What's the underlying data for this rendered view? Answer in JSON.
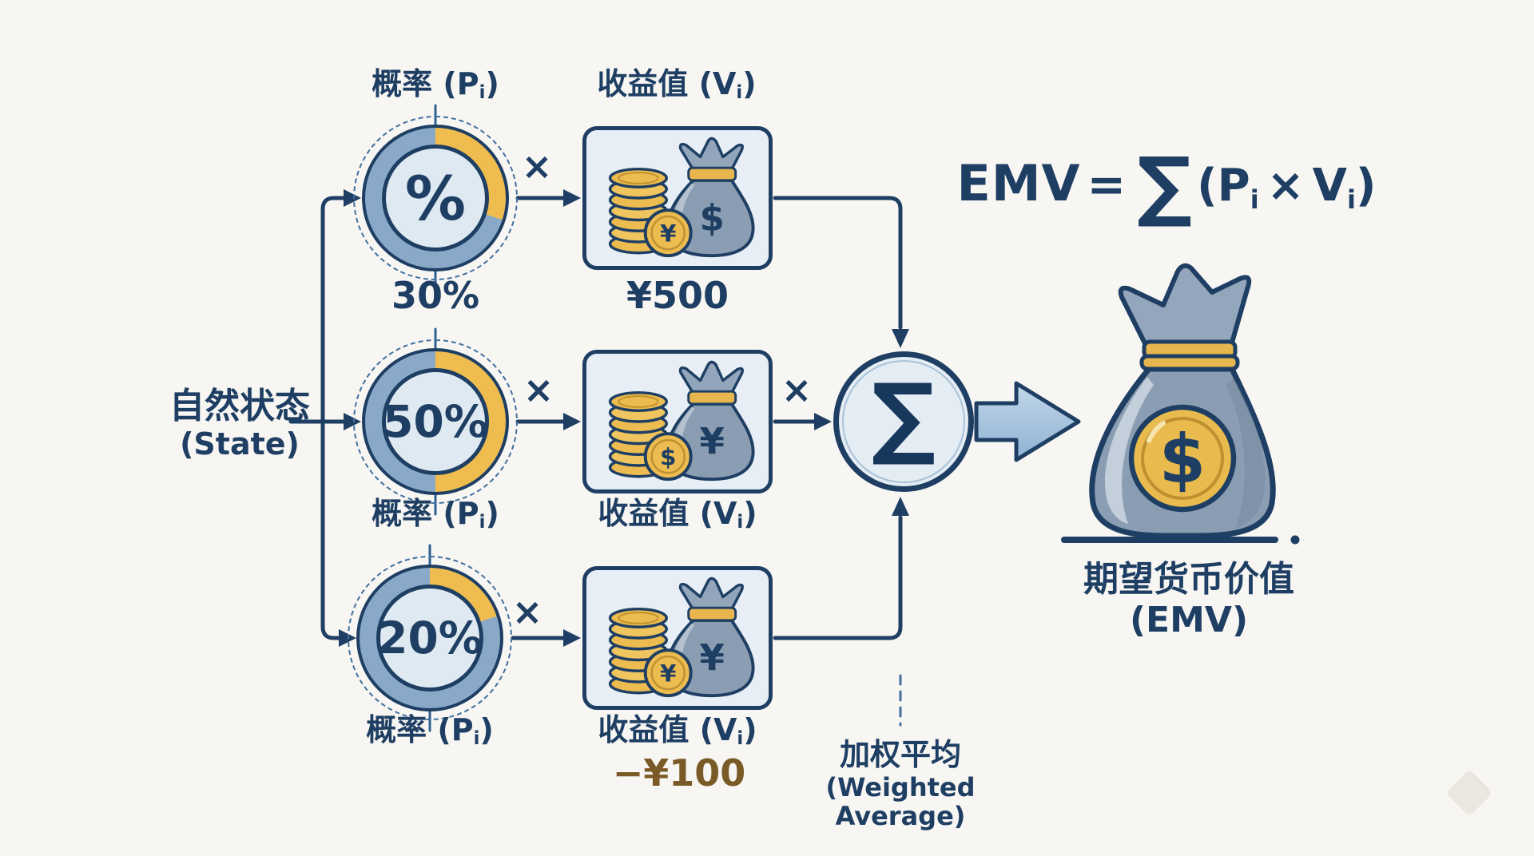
{
  "colors": {
    "navy": "#1e3f63",
    "ring_blue": "#8aa9c9",
    "ring_yellow": "#eebc4f",
    "circle_fill": "#dfe9f1",
    "box_fill": "#e7eef5",
    "coin_gold": "#ecba4e",
    "bag_gray": "#8b9db2",
    "negative_value": "#7a5a26",
    "block_arrow_fill": "#a9c4e0",
    "background": "#f8f6f3"
  },
  "state": {
    "zh": "自然状态",
    "en": "(State)"
  },
  "labels": {
    "prob_prefix": "概率 (P",
    "payoff_prefix": "收益值 (V",
    "sub_i": "i",
    "close": ")"
  },
  "multiply": "×",
  "branches": [
    {
      "prob_pct": 30,
      "center_glyph": "%",
      "prob_value": "30%",
      "payoff_value": "¥500",
      "bag_symbol": "$",
      "coin_symbol": "¥"
    },
    {
      "prob_pct": 50,
      "center_glyph": "50%",
      "prob_value": "",
      "payoff_value": "",
      "bag_symbol": "¥",
      "coin_symbol": "$"
    },
    {
      "prob_pct": 20,
      "center_glyph": "20%",
      "prob_value": "",
      "payoff_value": "−¥100",
      "bag_symbol": "¥",
      "coin_symbol": "¥"
    }
  ],
  "sum": {
    "sigma": "∑",
    "label_zh": "加权平均",
    "label_en": "(Weighted Average)"
  },
  "formula": {
    "emv": "EMV",
    "eq": "=",
    "sigma": "∑",
    "open": "(",
    "p": "P",
    "i": "i",
    "times": "×",
    "v": "V",
    "close": ")"
  },
  "emv_result": {
    "label_zh": "期望货币价值",
    "label_en": "(EMV)",
    "coin_symbol": "$"
  }
}
